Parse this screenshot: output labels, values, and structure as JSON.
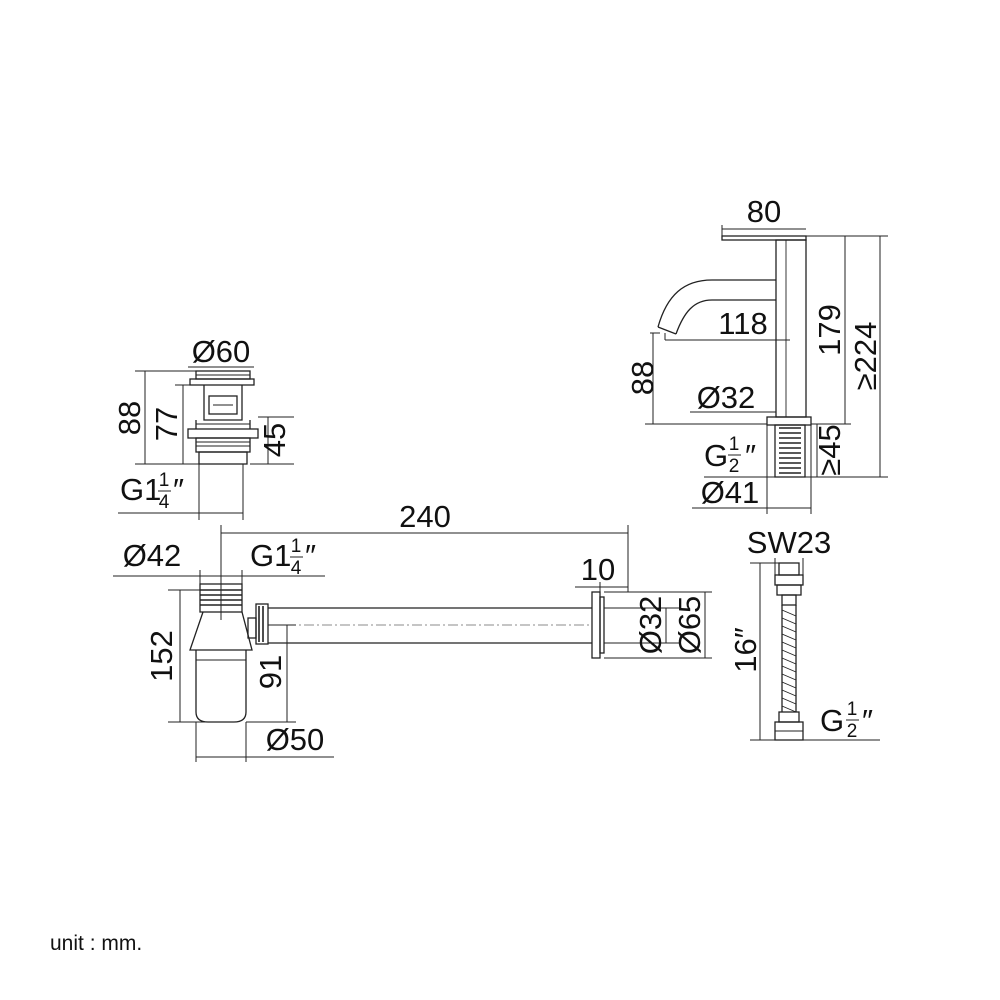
{
  "dimensions": {
    "waste_width": "Ø60",
    "waste_h_total": "88",
    "waste_h_body": "77",
    "waste_h_thread": "45",
    "waste_thread_whole": "G1",
    "waste_thread_num": "1",
    "waste_thread_den": "4",
    "waste_thread_mark": "″",
    "tap_reach": "80",
    "tap_spout": "118",
    "tap_h_spout": "88",
    "tap_h_body": "179",
    "tap_h_total": "≥224",
    "tap_base": "Ø32",
    "tap_shank_len": "≥45",
    "tap_thread_whole": "G",
    "tap_thread_num": "1",
    "tap_thread_den": "2",
    "tap_thread_mark": "″",
    "tap_shank_dia": "Ø41",
    "trap_length": "240",
    "trap_inlet": "Ø42",
    "trap_thread_whole": "G1",
    "trap_thread_num": "1",
    "trap_thread_den": "4",
    "trap_thread_mark": "″",
    "trap_rosette_t": "10",
    "trap_pipe": "Ø32",
    "trap_rosette": "Ø65",
    "trap_height": "152",
    "trap_outlet_h": "91",
    "trap_bottle": "Ø50",
    "hose_nut": "SW23",
    "hose_length": "16″",
    "hose_thread_whole": "G",
    "hose_thread_num": "1",
    "hose_thread_den": "2",
    "hose_thread_mark": "″"
  },
  "footer": {
    "unit_note": "unit : mm."
  }
}
